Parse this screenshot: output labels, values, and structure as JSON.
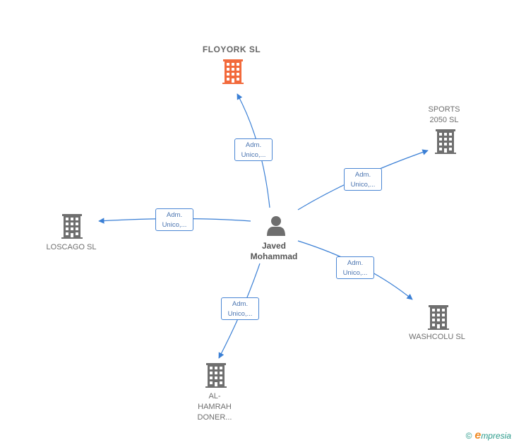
{
  "center": {
    "name_line1": "Javed",
    "name_line2": "Mohammad",
    "icon": "person-icon"
  },
  "companies": [
    {
      "id": "floyork",
      "lines": [
        "FLOYORK  SL"
      ],
      "icon": "building-icon",
      "color": "#f26a3c",
      "highlight": true
    },
    {
      "id": "sports2050",
      "lines": [
        "SPORTS",
        "2050  SL"
      ],
      "icon": "building-icon",
      "color": "#6f6f6f"
    },
    {
      "id": "loscago",
      "lines": [
        "LOSCAGO  SL"
      ],
      "icon": "building-icon",
      "color": "#6f6f6f"
    },
    {
      "id": "washcolu",
      "lines": [
        "WASHCOLU  SL"
      ],
      "icon": "building-icon",
      "color": "#6f6f6f"
    },
    {
      "id": "alhamrah",
      "lines": [
        "AL-",
        "HAMRAH",
        "DONER..."
      ],
      "icon": "building-icon",
      "color": "#6f6f6f"
    }
  ],
  "edges": [
    {
      "to": "floyork",
      "line1": "Adm.",
      "line2": "Unico,..."
    },
    {
      "to": "sports2050",
      "line1": "Adm.",
      "line2": "Unico,..."
    },
    {
      "to": "loscago",
      "line1": "Adm.",
      "line2": "Unico,..."
    },
    {
      "to": "washcolu",
      "line1": "Adm.",
      "line2": "Unico,..."
    },
    {
      "to": "alhamrah",
      "line1": "Adm.",
      "line2": "Unico,..."
    }
  ],
  "colors": {
    "edge": "#3a7fd5",
    "edge_label_text": "#4a74b0"
  },
  "footer": {
    "copyright": "©",
    "brand_initial": "e",
    "brand_rest": "mpresia"
  }
}
